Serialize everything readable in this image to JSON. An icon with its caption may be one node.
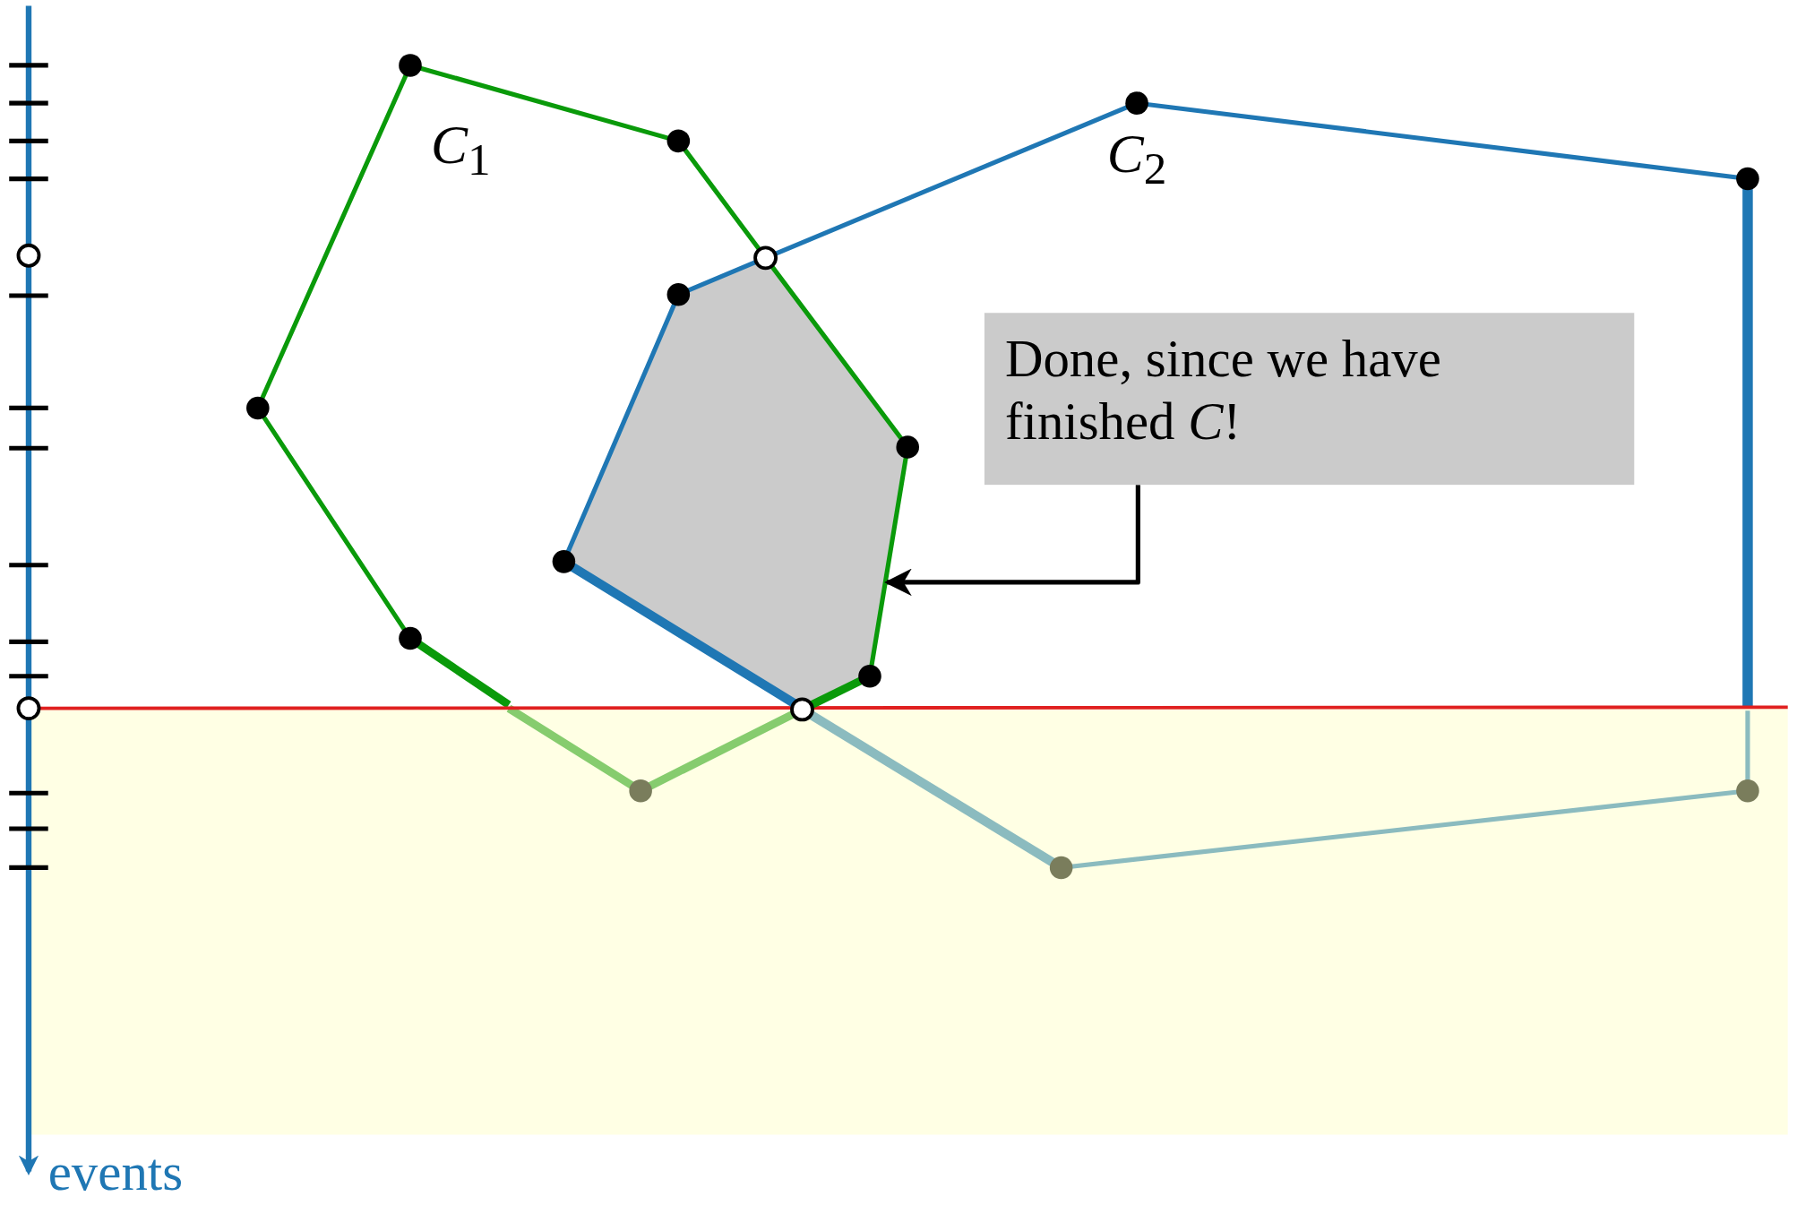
{
  "diagram": {
    "nodes": [
      {
        "text": [
          "Done, since we have finished *C*!"
        ]
      },
      {
        "text": [],
        "shape": "polygon"
      }
    ],
    "edges": [
      {
        "from": 0,
        "to": 1,
        "arrow": "to"
      }
    ],
    "labels": [
      "*C*$_{1}$",
      "*C*$_{2}$",
      "events"
    ]
  }
}
